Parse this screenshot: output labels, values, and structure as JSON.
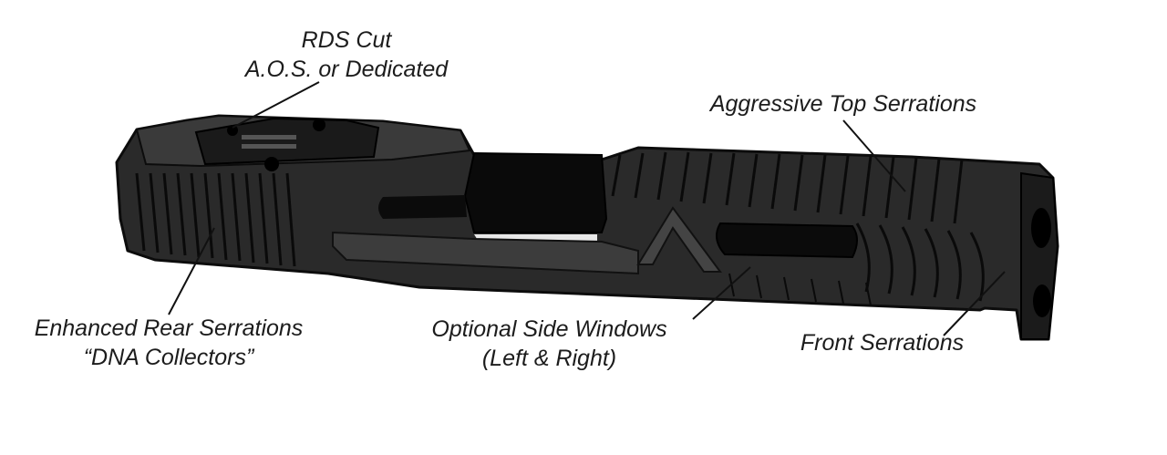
{
  "diagram": {
    "colors": {
      "background": "#ffffff",
      "slide_body": "#2a2a2a",
      "slide_dark": "#111111",
      "slide_highlight": "#4a4a4a",
      "text": "#1c1c1c"
    },
    "callouts": {
      "rds_cut": {
        "line1": "RDS Cut",
        "line2": "A.O.S. or Dedicated"
      },
      "top_serrations": {
        "line1": "Aggressive Top Serrations"
      },
      "rear_serrations": {
        "line1": "Enhanced Rear Serrations",
        "line2": "“DNA Collectors”"
      },
      "side_windows": {
        "line1": "Optional Side Windows",
        "line2": "(Left & Right)"
      },
      "front_serrations": {
        "line1": "Front Serrations"
      }
    }
  }
}
